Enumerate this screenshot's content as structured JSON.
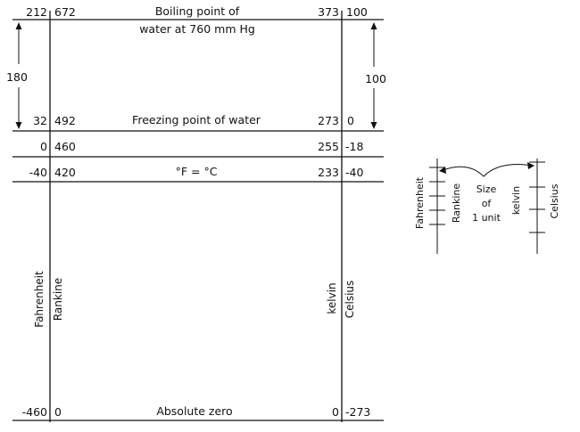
{
  "rows": [
    {
      "f": "212",
      "r": "672",
      "k": "373",
      "c": "100",
      "label_lines": [
        "Boiling point of",
        "water at 760 mm Hg"
      ]
    },
    {
      "f": "32",
      "r": "492",
      "k": "273",
      "c": "0",
      "label_lines": [
        "Freezing point of water"
      ]
    },
    {
      "f": "0",
      "r": "460",
      "k": "255",
      "c": "-18",
      "label_lines": []
    },
    {
      "f": "-40",
      "r": "420",
      "k": "233",
      "c": "-40",
      "label_lines": [
        "°F = °C"
      ]
    },
    {
      "f": "-460",
      "r": "0",
      "k": "0",
      "c": "-273",
      "label_lines": [
        "Absolute zero"
      ]
    }
  ],
  "span_left": "180",
  "span_right": "100",
  "axis_names": {
    "fahrenheit": "Fahrenheit",
    "rankine": "Rankine",
    "kelvin": "kelvin",
    "celsius": "Celsius"
  },
  "unit_size_lines": [
    "Size",
    "of",
    "1 unit"
  ]
}
